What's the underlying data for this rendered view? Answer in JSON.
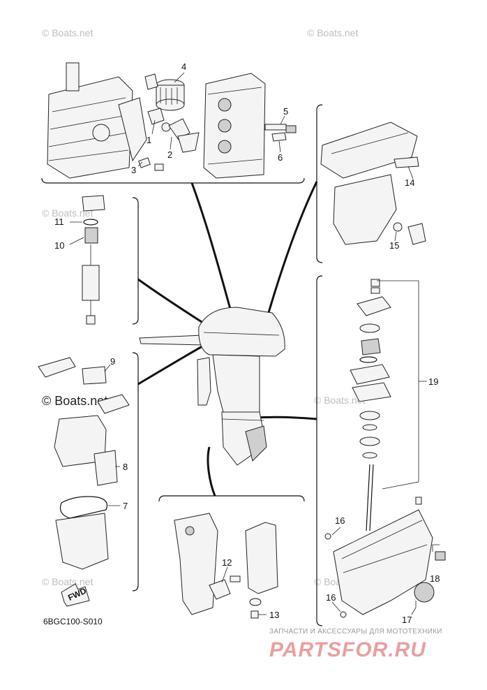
{
  "diagram_code": "6BGC100-S010",
  "fwd_label": "FWD",
  "watermark": "© Boats.net",
  "brand": {
    "top_line": "ЗАПЧАСТИ И АКСЕССУАРЫ ДЛЯ МОТОТЕХНИКИ",
    "name": "PARTSFOR.RU"
  },
  "callouts": [
    "1",
    "2",
    "3",
    "4",
    "5",
    "6",
    "7",
    "8",
    "9",
    "10",
    "11",
    "12",
    "13",
    "14",
    "15",
    "16",
    "16",
    "17",
    "18",
    "19"
  ]
}
